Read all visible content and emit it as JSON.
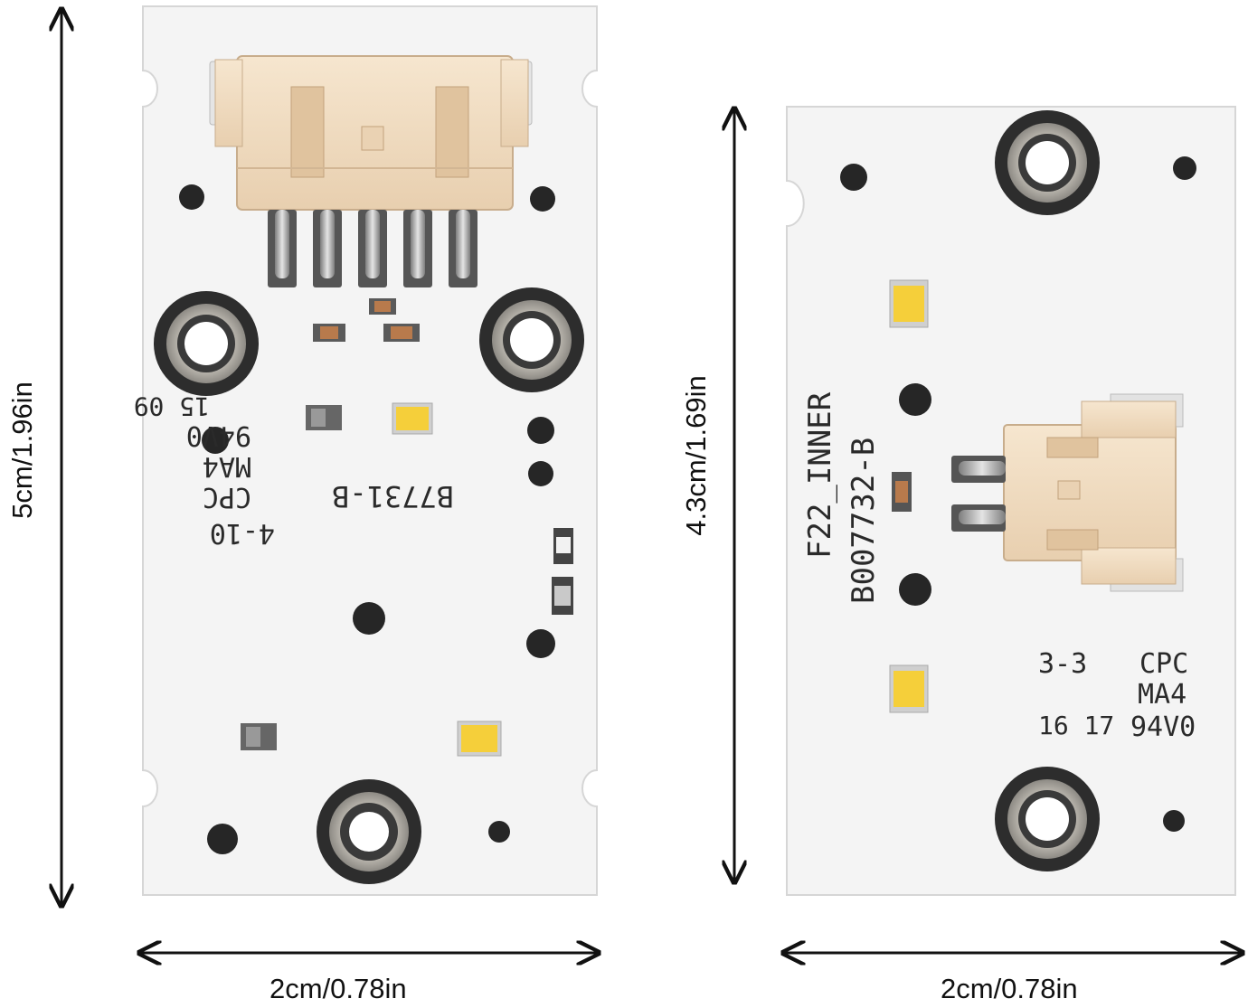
{
  "colors": {
    "board": "#f4f4f4",
    "board_edge": "#dcdcdc",
    "pad_ring": "#2b2b2b",
    "pad_metal": "#c9c6c0",
    "connector": "#f1ddc2",
    "led": "#f5cf3a",
    "arrow": "#111111"
  },
  "left_board": {
    "height_label": "5cm/1.96in",
    "width_label": "2cm/0.78in",
    "silkscreen": {
      "part": "B7731-B",
      "cpc": "CPC",
      "ma4": "MA4",
      "rating": "94V0",
      "code": "4-10",
      "date": "15 09"
    }
  },
  "right_board": {
    "height_label": "4.3cm/1.69in",
    "width_label": "2cm/0.78in",
    "silkscreen": {
      "name": "F22_INNER",
      "part": "B007732-B",
      "code": "3-3",
      "cpc": "CPC",
      "ma4": "MA4",
      "rating": "94V0",
      "date": "16 17"
    }
  }
}
